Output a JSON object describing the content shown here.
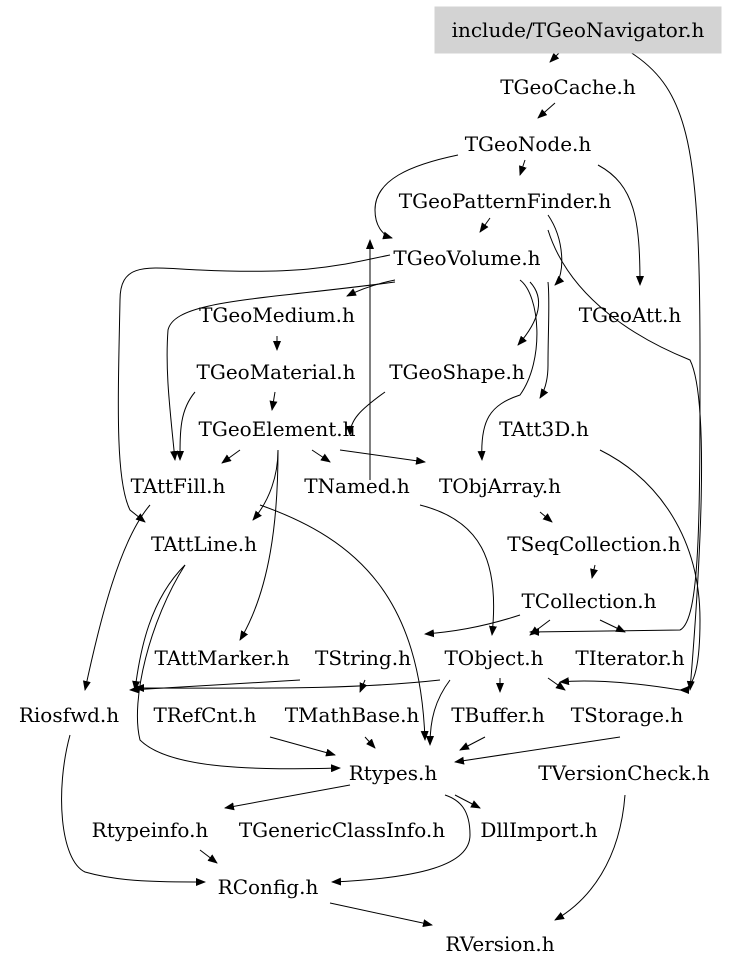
{
  "root": "include/TGeoNavigator.h",
  "headers": {
    "geocache": "TGeoCache.h",
    "geonode": "TGeoNode.h",
    "patternfinder": "TGeoPatternFinder.h",
    "geovolume": "TGeoVolume.h",
    "geomedium": "TGeoMedium.h",
    "geoatt": "TGeoAtt.h",
    "geomaterial": "TGeoMaterial.h",
    "geoshape": "TGeoShape.h",
    "geoelement": "TGeoElement.h",
    "att3d": "TAtt3D.h",
    "attfill": "TAttFill.h",
    "named": "TNamed.h",
    "objarray": "TObjArray.h",
    "attline": "TAttLine.h",
    "seqcollection": "TSeqCollection.h",
    "collection": "TCollection.h",
    "attmarker": "TAttMarker.h",
    "string": "TString.h",
    "object": "TObject.h",
    "iterator": "TIterator.h",
    "riosfwd": "Riosfwd.h",
    "refcnt": "TRefCnt.h",
    "mathbase": "TMathBase.h",
    "buffer": "TBuffer.h",
    "storage": "TStorage.h",
    "rtypes": "Rtypes.h",
    "versioncheck": "TVersionCheck.h",
    "rtypeinfo": "Rtypeinfo.h",
    "genericclassinfo": "TGenericClassInfo.h",
    "dllimport": "DllImport.h",
    "rconfig": "RConfig.h",
    "rversion": "RVersion.h"
  }
}
